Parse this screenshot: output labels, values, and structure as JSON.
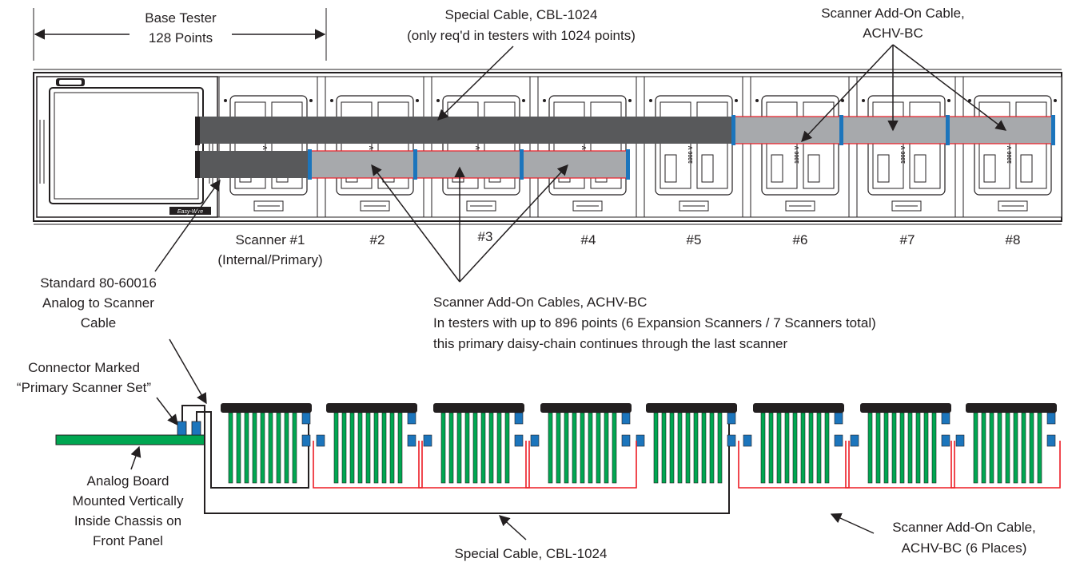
{
  "labels": {
    "base_tester_title": "Base Tester",
    "base_tester_points": "128 Points",
    "special_cable_title": "Special Cable, CBL-1024",
    "special_cable_note": "(only req'd in testers with 1024 points)",
    "addon_cable_top_1": "Scanner Add-On Cable,",
    "addon_cable_top_2": "ACHV-BC",
    "scanner_1_line1": "Scanner #1",
    "scanner_1_line2": "(Internal/Primary)",
    "scanner_numbers": [
      "#2",
      "#3",
      "#4",
      "#5",
      "#6",
      "#7",
      "#8"
    ],
    "std_cable_1": "Standard 80-60016",
    "std_cable_2": "Analog to Scanner",
    "std_cable_3": "Cable",
    "addon_cables_mid_1": "Scanner Add-On Cables, ACHV-BC",
    "addon_cables_mid_2": "In testers with up to 896 points (6 Expansion Scanners / 7 Scanners total)",
    "addon_cables_mid_3": "this primary daisy-chain continues through the last scanner",
    "connector_1": "Connector Marked",
    "connector_2": "“Primary Scanner Set”",
    "analog_board_1": "Analog Board",
    "analog_board_2": "Mounted Vertically",
    "analog_board_3": "Inside Chassis on",
    "analog_board_4": "Front Panel",
    "special_cable_bottom": "Special Cable, CBL-1024",
    "addon_cable_bottom_1": "Scanner Add-On Cable,",
    "addon_cable_bottom_2": "ACHV-BC (6 Places)",
    "logo_text": "Easy-Wire",
    "module_vertical_label": "1000 V"
  },
  "colors": {
    "special_cable": "#58595b",
    "addon_cable": "#a7a9ac",
    "cable_border": "#ed1c24",
    "connector": "#1c75bc",
    "board_green": "#00a651",
    "line": "#231f20"
  }
}
